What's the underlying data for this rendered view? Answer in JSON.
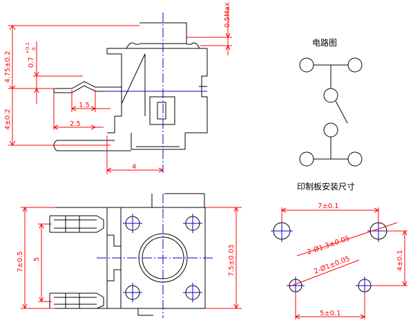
{
  "titles": {
    "circuit": "电路图",
    "pcb": "印制板安装尺寸"
  },
  "front_view_dims": {
    "top_gap": "0.5Max",
    "height_upper": "4.75±0.2",
    "offset_small": "0.7",
    "offset_small_tol_plus": "+0.1",
    "offset_small_tol_minus": "0",
    "lead_step": "1.5",
    "lead_length": "2.5",
    "height_lower": "4±0.2",
    "width": "4"
  },
  "plan_view_dims": {
    "outer_height": "7±0.5",
    "inner_height": "5",
    "body_height": "7.5±0.03"
  },
  "pcb_dims": {
    "top_width": "7±0.1",
    "hole_large": "2-Ø1.3±0.05",
    "hole_small": "2-Ø1±0.05",
    "right_height": "4±0.1",
    "bottom_width": "5±0.1"
  },
  "colors": {
    "outline": "#000000",
    "dimension": "#ff0000",
    "centerline": "#0000cc"
  }
}
